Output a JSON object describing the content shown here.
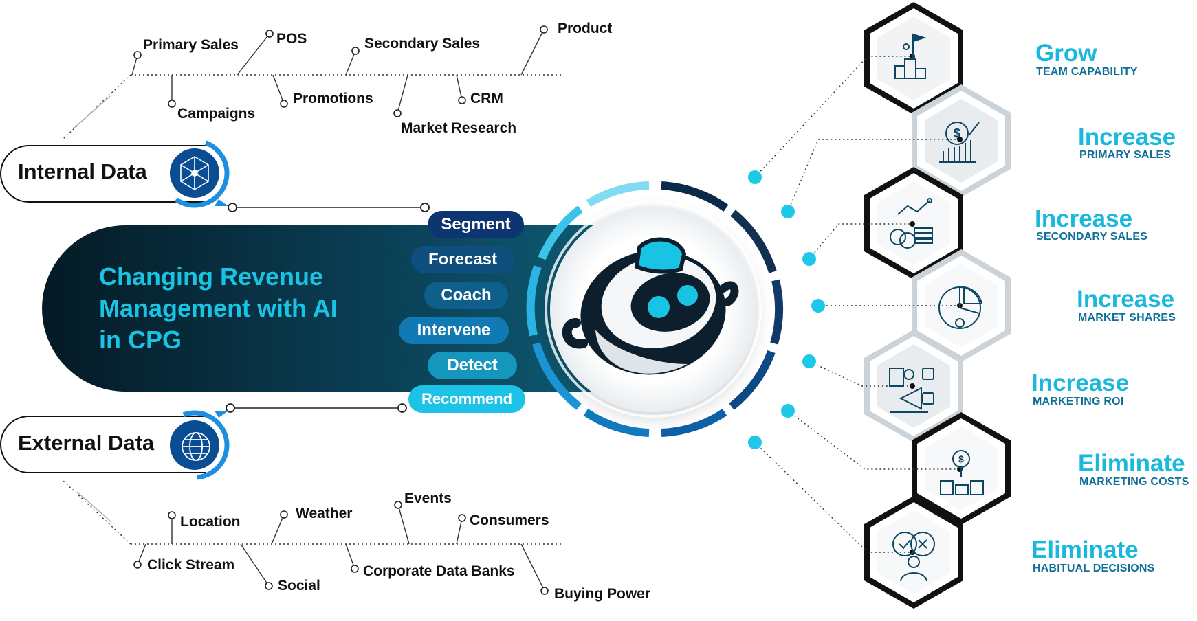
{
  "headline": {
    "line1": "Changing Revenue",
    "line2": "Management with AI",
    "line3": "in CPG"
  },
  "internal": {
    "label": "Internal Data",
    "icon": "network-icon",
    "sources": [
      "Primary Sales",
      "POS",
      "Secondary Sales",
      "Product",
      "Campaigns",
      "Promotions",
      "CRM",
      "Market Research"
    ]
  },
  "external": {
    "label": "External Data",
    "icon": "globe-icon",
    "sources": [
      "Location",
      "Weather",
      "Events",
      "Consumers",
      "Click Stream",
      "Social",
      "Corporate Data Banks",
      "Buying Power"
    ]
  },
  "capabilities": [
    "Segment",
    "Forecast",
    "Coach",
    "Intervene",
    "Detect",
    "Recommend"
  ],
  "goals": [
    {
      "title": "Grow",
      "subtitle": "TEAM CAPABILITY",
      "icon": "flag-podium-icon"
    },
    {
      "title": "Increase",
      "subtitle": "PRIMARY SALES",
      "icon": "dollar-growth-icon"
    },
    {
      "title": "Increase",
      "subtitle": "SECONDARY SALES",
      "icon": "coins-trend-icon"
    },
    {
      "title": "Increase",
      "subtitle": "MARKET SHARES",
      "icon": "pie-chart-icon"
    },
    {
      "title": "Increase",
      "subtitle": "MARKETING ROI",
      "icon": "megaphone-social-icon"
    },
    {
      "title": "Eliminate",
      "subtitle": "MARKETING COSTS",
      "icon": "cost-flow-icon"
    },
    {
      "title": "Eliminate",
      "subtitle": "HABITUAL DECISIONS",
      "icon": "decision-person-icon"
    }
  ],
  "colors": {
    "cyan": "#19c3e4",
    "navy": "#0b2a4a",
    "teal_dark": "#062b3a",
    "blue": "#0d5fa6"
  }
}
